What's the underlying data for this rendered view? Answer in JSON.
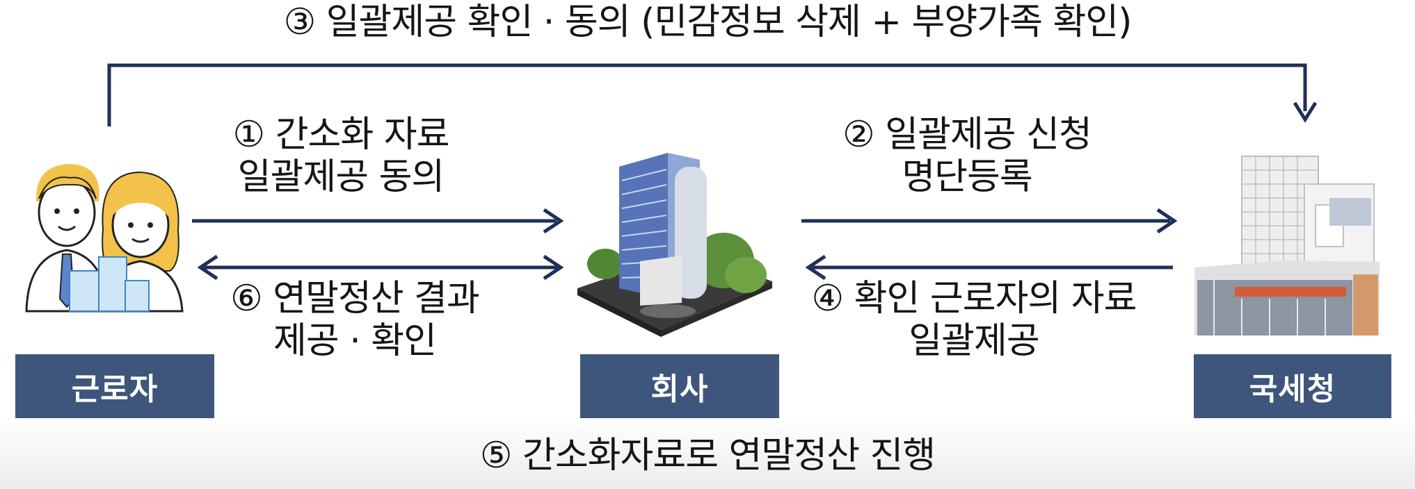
{
  "step3": "③ 일괄제공 확인 · 동의 (민감정보 삭제 + 부양가족 확인)",
  "step1": {
    "line1": "① 간소화 자료",
    "line2": "일괄제공 동의"
  },
  "step2": {
    "line1": "② 일괄제공 신청",
    "line2": "명단등록"
  },
  "step6": {
    "line1": "⑥ 연말정산 결과",
    "line2": "제공 · 확인"
  },
  "step4": {
    "line1": "④ 확인 근로자의 자료",
    "line2": "일괄제공"
  },
  "step5": "⑤  간소화자료로 연말정산 진행",
  "nodes": {
    "worker": "근로자",
    "company": "회사",
    "nts": "국세청"
  },
  "colors": {
    "label_box": "#3e557c",
    "arrow": "#1f2f57"
  },
  "icons": {
    "worker": "worker-couple-icon",
    "company": "company-building-icon",
    "nts": "nts-building-icon"
  }
}
